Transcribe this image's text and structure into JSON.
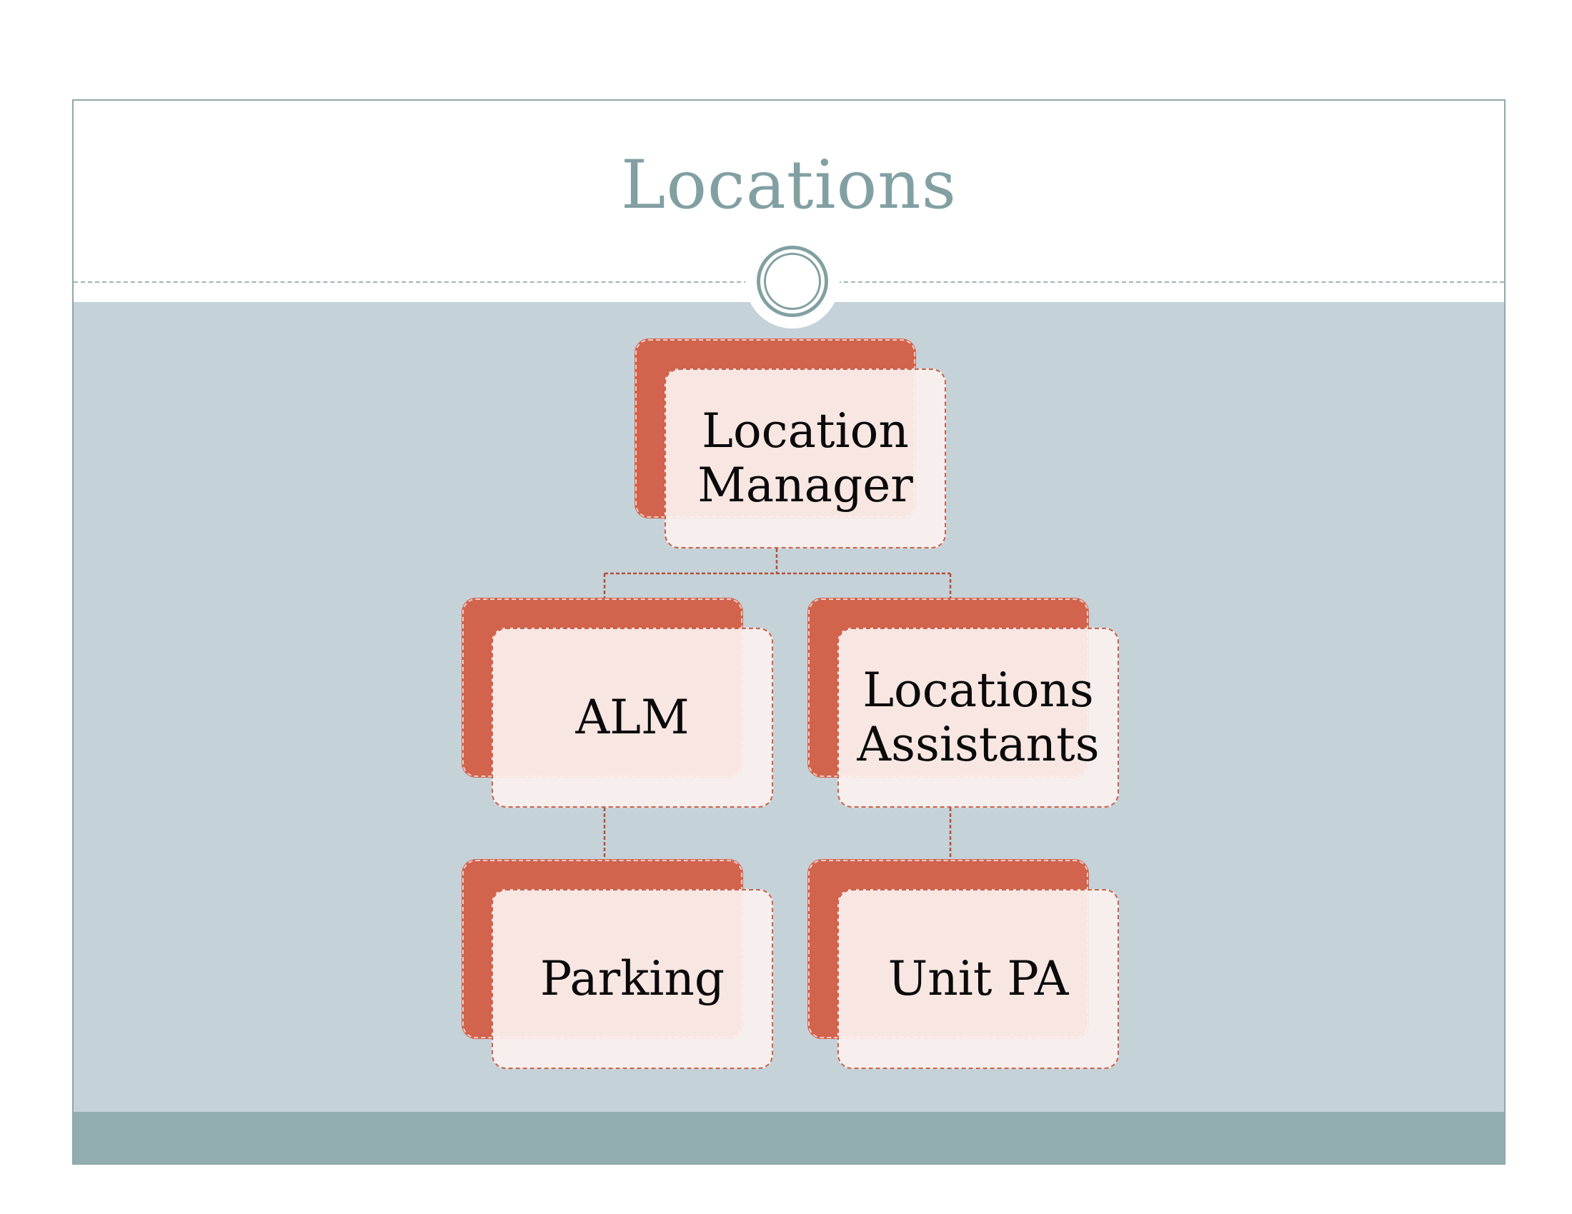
{
  "slide": {
    "title": "Locations"
  },
  "org_chart": {
    "root": {
      "label": "Location\nManager"
    },
    "level2": [
      {
        "label": "ALM"
      },
      {
        "label": "Locations\nAssistants"
      }
    ],
    "level3": [
      {
        "label": "Parking"
      },
      {
        "label": "Unit PA"
      }
    ]
  },
  "colors": {
    "title": "#82a0a2",
    "content_background": "#c5d2d8",
    "footer_bar": "#91adb0",
    "node_back": "#d2634d",
    "node_front": "#fbf1ef",
    "connector": "#b4503c"
  }
}
